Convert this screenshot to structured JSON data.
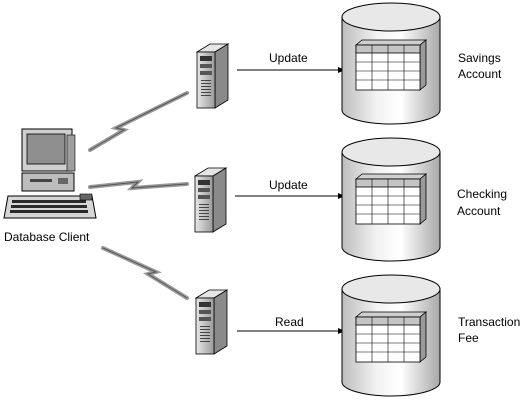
{
  "client": {
    "label": "Database Client"
  },
  "databases": [
    {
      "operation": "Update",
      "name_line1": "Savings",
      "name_line2": "Account"
    },
    {
      "operation": "Update",
      "name_line1": "Checking",
      "name_line2": "Account"
    },
    {
      "operation": "Read",
      "name_line1": "Transaction",
      "name_line2": "Fee"
    }
  ],
  "icons": {
    "client": "desktop-computer-icon",
    "server": "tower-server-icon",
    "link": "lightning-wireless-link-icon",
    "database": "cylinder-database-icon",
    "table": "table-grid-icon"
  }
}
